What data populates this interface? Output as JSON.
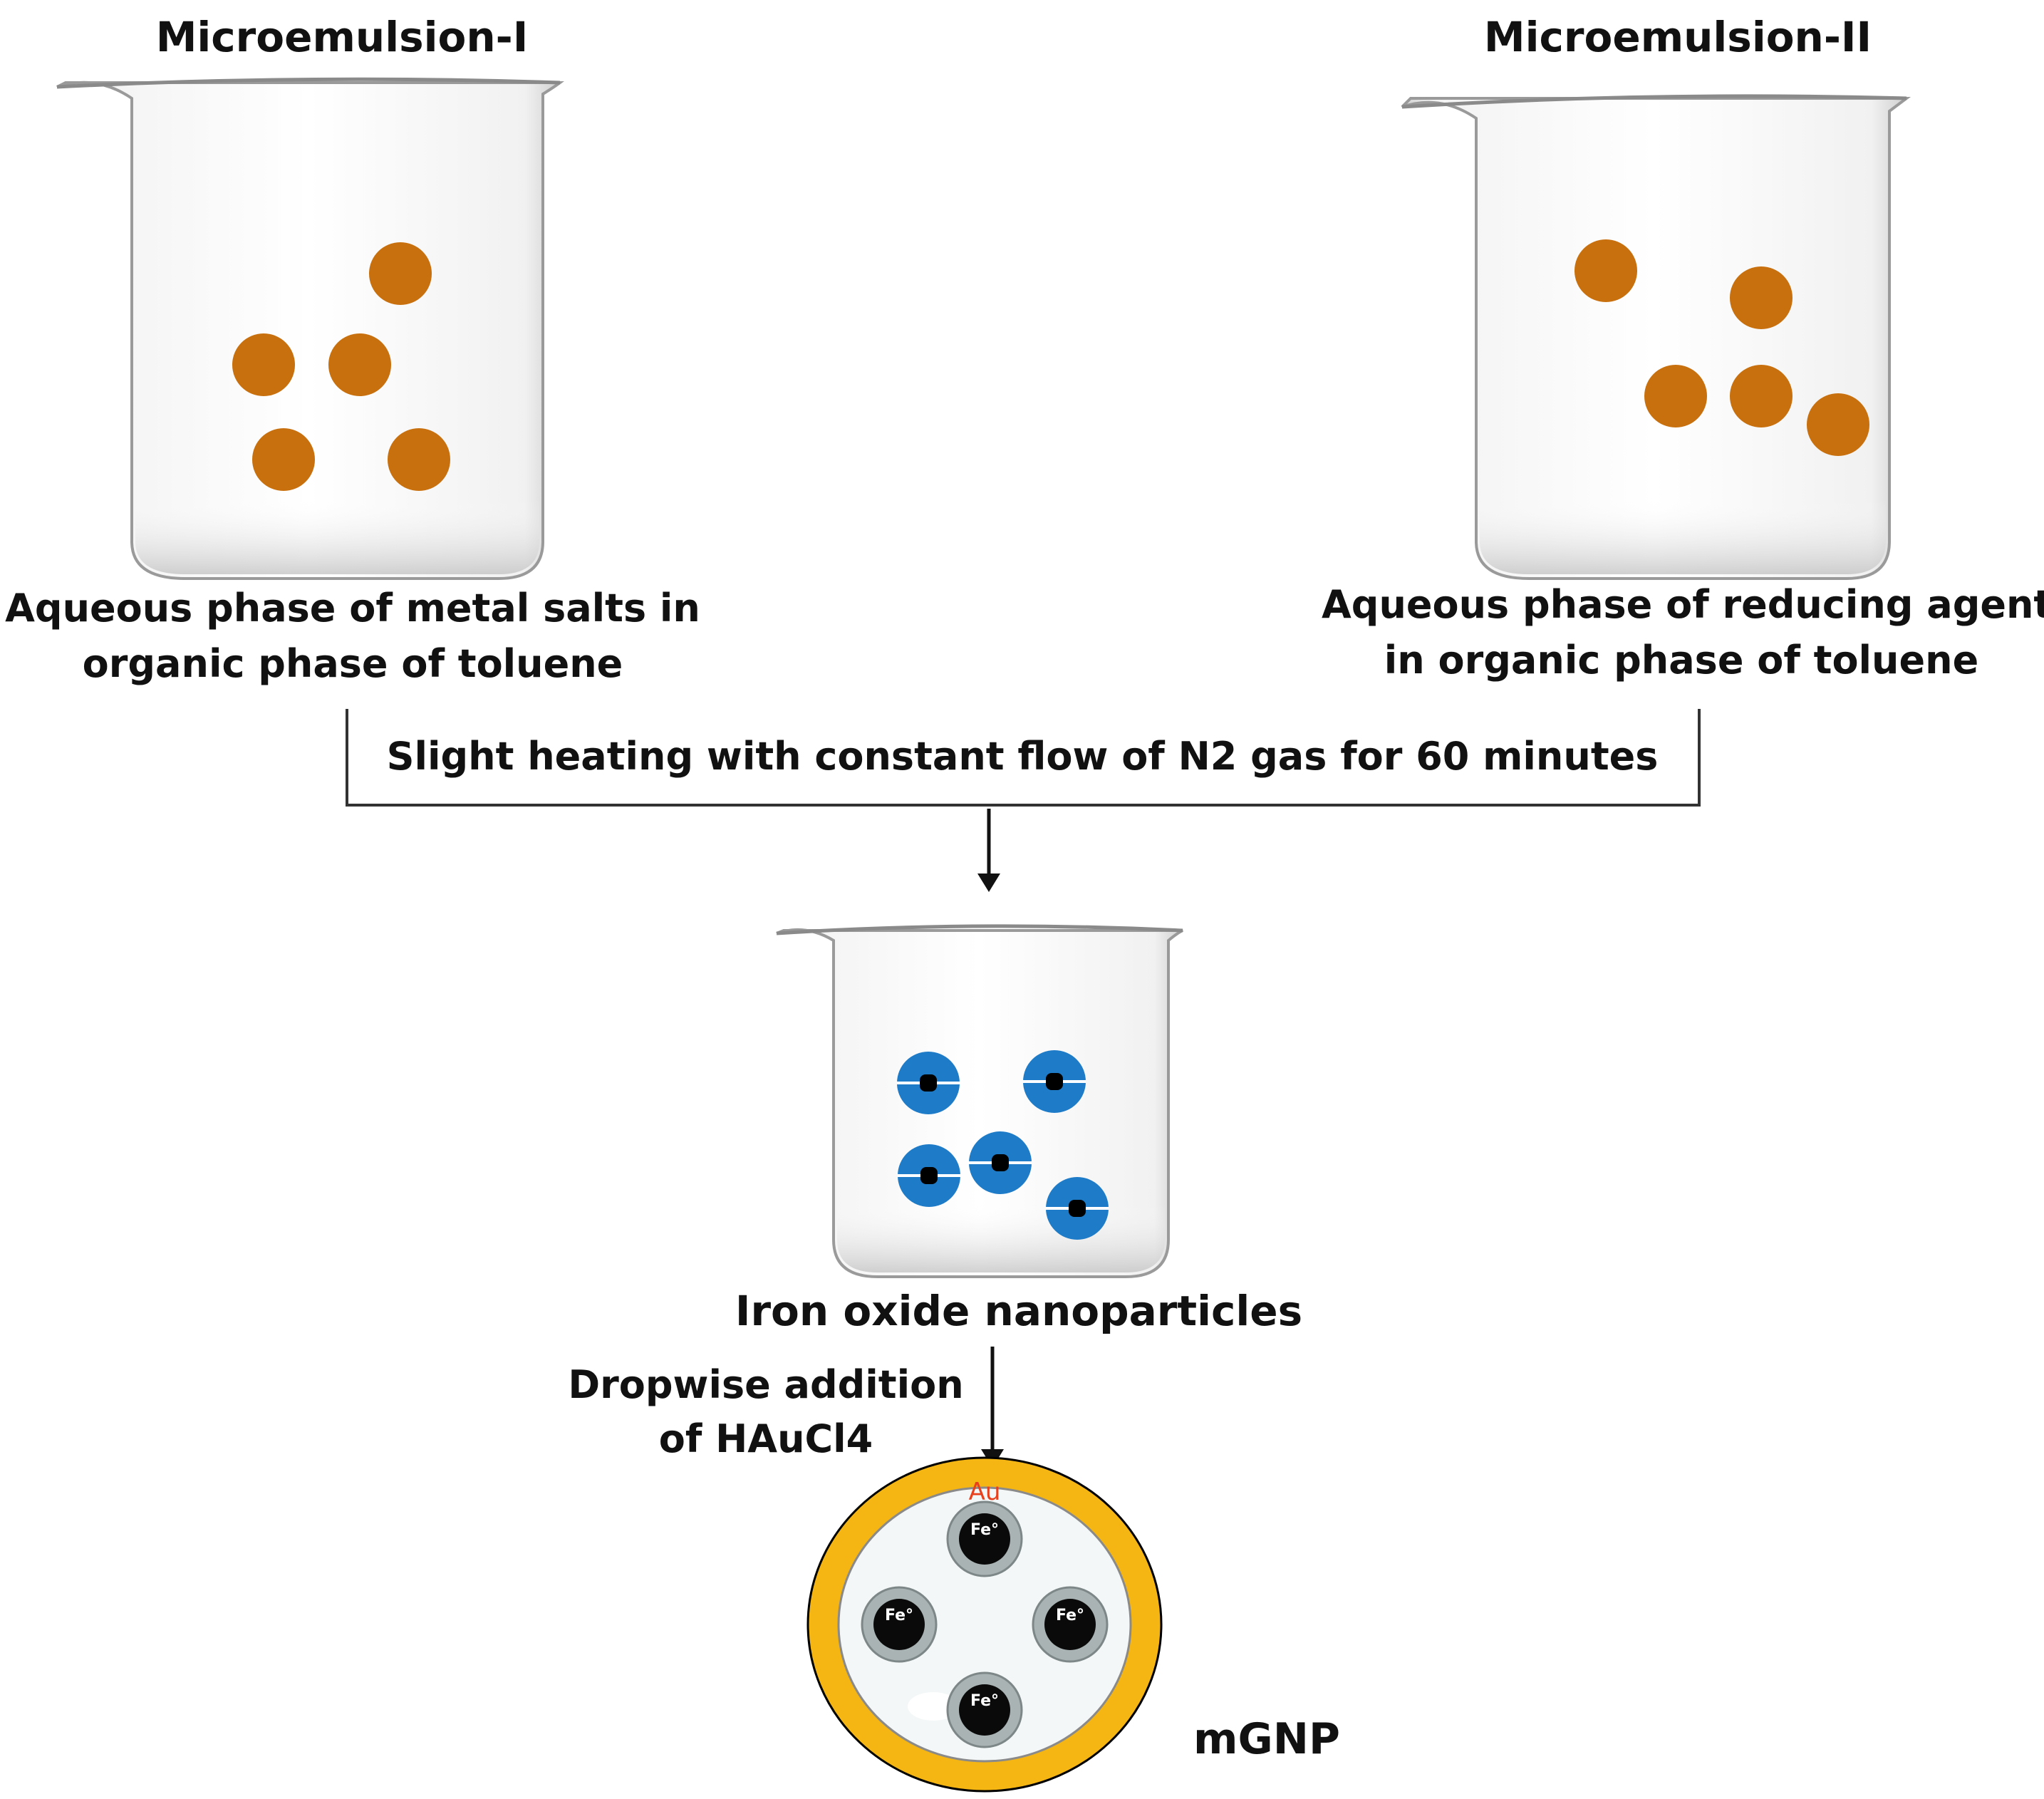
{
  "beakers": [
    {
      "title": "Microemulsion-I",
      "caption_lines": [
        "Aqueous phase of metal salts in",
        "organic phase of toluene"
      ]
    },
    {
      "title": "Microemulsion-II",
      "caption_lines": [
        "Aqueous phase of reducing agent",
        "in organic phase of toluene"
      ]
    },
    {
      "title": "",
      "caption_lines": [
        "Iron oxide nanoparticles"
      ]
    }
  ],
  "step1_label": "Slight heating with constant flow of N2 gas for 60 minutes",
  "step2_label_lines": [
    "Dropwise addition",
    "of HAuCl4"
  ],
  "shell_label": "Au",
  "core_label": "Fe°",
  "core_count": 4,
  "product_label": "mGNP",
  "colors": {
    "droplet": "#c8700e",
    "nanoparticle": "#1e7bc8",
    "gold_shell": "#f5b614",
    "shell_text": "#e8401c"
  }
}
